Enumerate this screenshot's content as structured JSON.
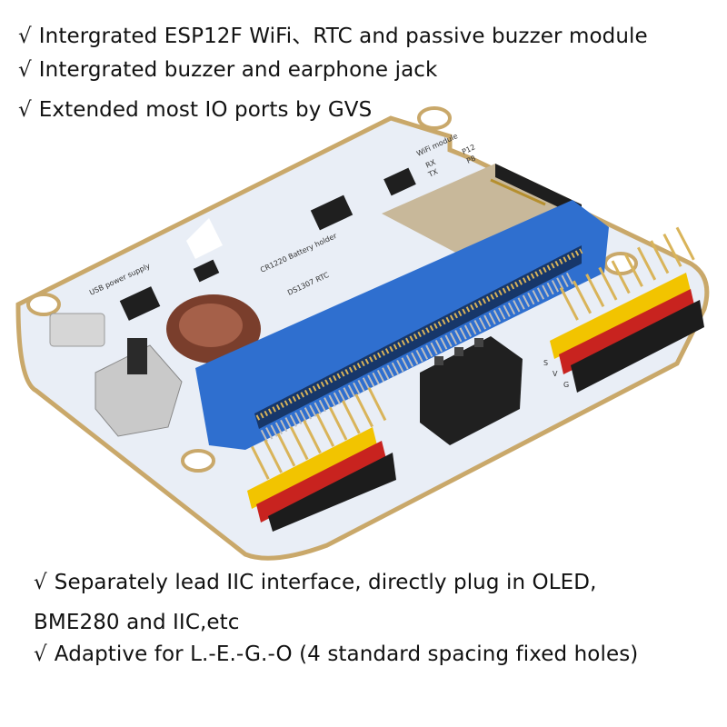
{
  "check_mark": "√",
  "features_top": [
    "Intergrated ESP12F WiFi、RTC and passive buzzer module",
    "Intergrated buzzer and earphone jack",
    "Extended most IO ports by GVS"
  ],
  "features_bottom": [
    "Separately lead IIC interface, directly plug in OLED,",
    "BME280 and IIC,etc",
    "Adaptive for L.-E.-G.-O (4 standard spacing fixed holes)"
  ],
  "board_silkscreen": {
    "wifi_module": "WiFi module",
    "rx": "RX",
    "tx": "TX",
    "p12": "P12",
    "p8": "P8",
    "usb_power": "USB power supply",
    "battery": "CR1220 Battery holder",
    "rtc": "DS1307 RTC",
    "s": "S",
    "v": "V",
    "g": "G"
  },
  "colors": {
    "board": "#eef2f8",
    "edge_connector": "#2f6fcf",
    "header_black": "#1c1c1c",
    "header_red": "#c8231f",
    "header_yellow": "#f2c400",
    "pin_gold": "#d9b45a"
  }
}
